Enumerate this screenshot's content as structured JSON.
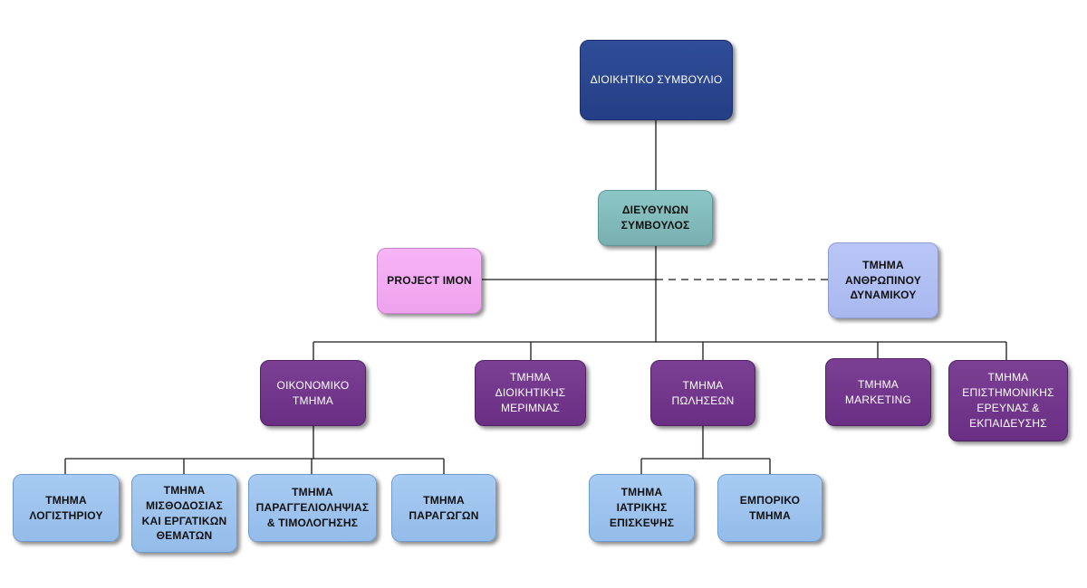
{
  "board": "ΔΙΟΙΚΗΤΙΚΟ ΣΥΜΒΟΥΛΙΟ",
  "ceo": "ΔΙΕΥΘΥΝΩΝ\nΣΥΜΒΟΥΛΟΣ",
  "project": "PROJECT IMON",
  "hr": "ΤΜΗΜΑ\nΑΝΘΡΩΠΙΝΟΥ\nΔΥΝΑΜΙΚΟΥ",
  "departments": {
    "finance": "ΟΙΚΟΝΟΜΙΚΟ\nΤΜΗΜΑ",
    "admin": "ΤΜΗΜΑ\nΔΙΟΙΚΗΤΙΚΗΣ\nΜΕΡΙΜΝΑΣ",
    "sales": "ΤΜΗΜΑ\nΠΩΛΗΣΕΩΝ",
    "marketing": "ΤΜΗΜΑ\nMARKETING",
    "research": "ΤΜΗΜΑ\nΕΠΙΣΤΗΜΟΝΙΚΗΣ\nΕΡΕΥΝΑΣ &\nΕΚΠΑΙΔΕΥΣΗΣ"
  },
  "finance_units": {
    "accounting": "ΤΜΗΜΑ\nΛΟΓΙΣΤΗΡΙΟΥ",
    "payroll": "ΤΜΗΜΑ\nΜΙΣΘΟΔΟΣΙΑΣ\nΚΑΙ ΕΡΓΑΤΙΚΩΝ\nΘΕΜΑΤΩΝ",
    "orders": "ΤΜΗΜΑ\nΠΑΡΑΓΓΕΛΙΟΛΗΨΙΑΣ\n& ΤΙΜΟΛΟΓΗΣΗΣ",
    "production": "ΤΜΗΜΑ\nΠΑΡΑΓΩΓΩΝ"
  },
  "sales_units": {
    "medical": "ΤΜΗΜΑ\nΙΑΤΡΙΚΗΣ\nΕΠΙΣΚΕΨΗΣ",
    "commercial": "ΕΜΠΟΡΙΚΟ\nΤΜΗΜΑ"
  }
}
